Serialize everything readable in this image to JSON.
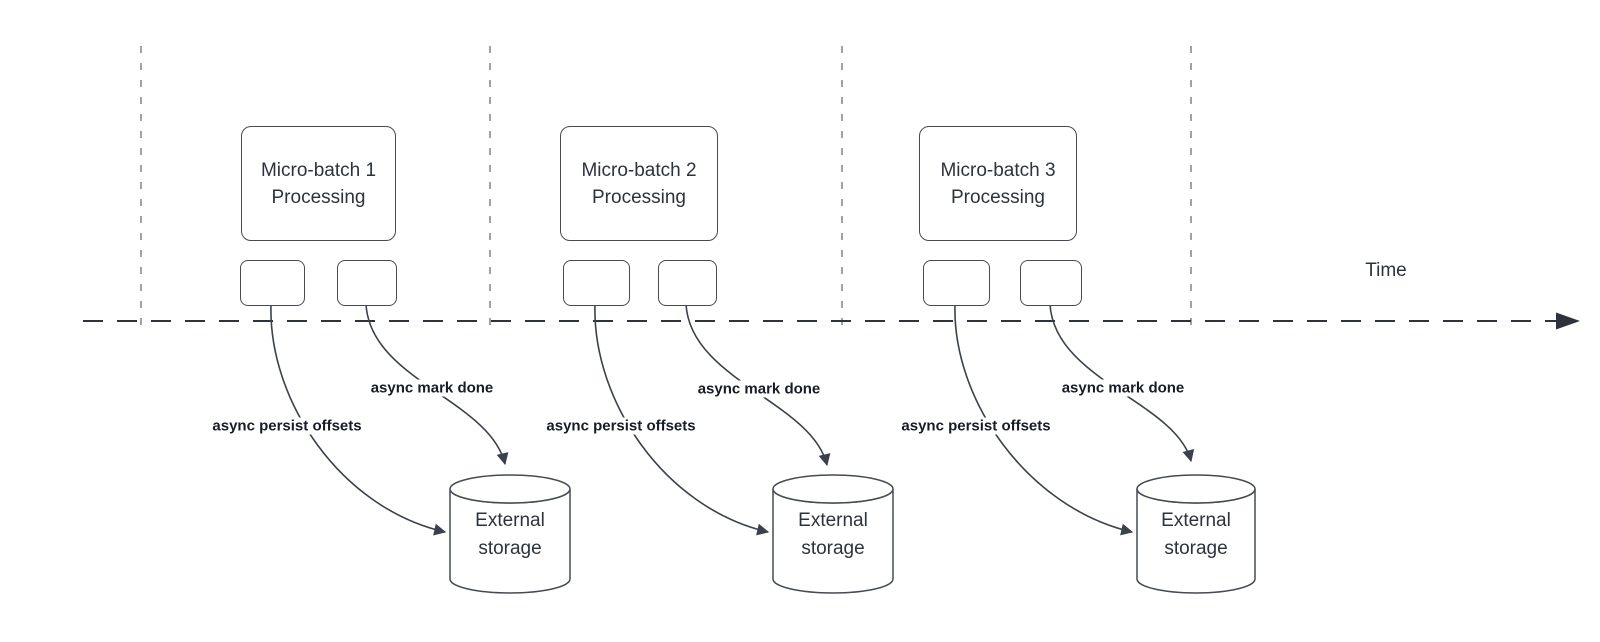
{
  "axis": {
    "label": "Time"
  },
  "batches": [
    {
      "box_line1": "Micro-batch 1",
      "box_line2": "Processing",
      "persist_label": "async persist offsets",
      "mark_done_label": "async mark done",
      "storage_label": "External storage"
    },
    {
      "box_line1": "Micro-batch 2",
      "box_line2": "Processing",
      "persist_label": "async persist offsets",
      "mark_done_label": "async mark done",
      "storage_label": "External storage"
    },
    {
      "box_line1": "Micro-batch 3",
      "box_line2": "Processing",
      "persist_label": "async persist offsets",
      "mark_done_label": "async mark done",
      "storage_label": "External storage"
    }
  ],
  "colors": {
    "background": "#ffffff",
    "shape_stroke": "#454b54",
    "edge_stroke": "#3b414c",
    "timeline_stroke": "#2e323a",
    "guide_stroke": "#9fa3a9",
    "box_text": "#2d333d",
    "edge_label_text": "#171c26"
  }
}
